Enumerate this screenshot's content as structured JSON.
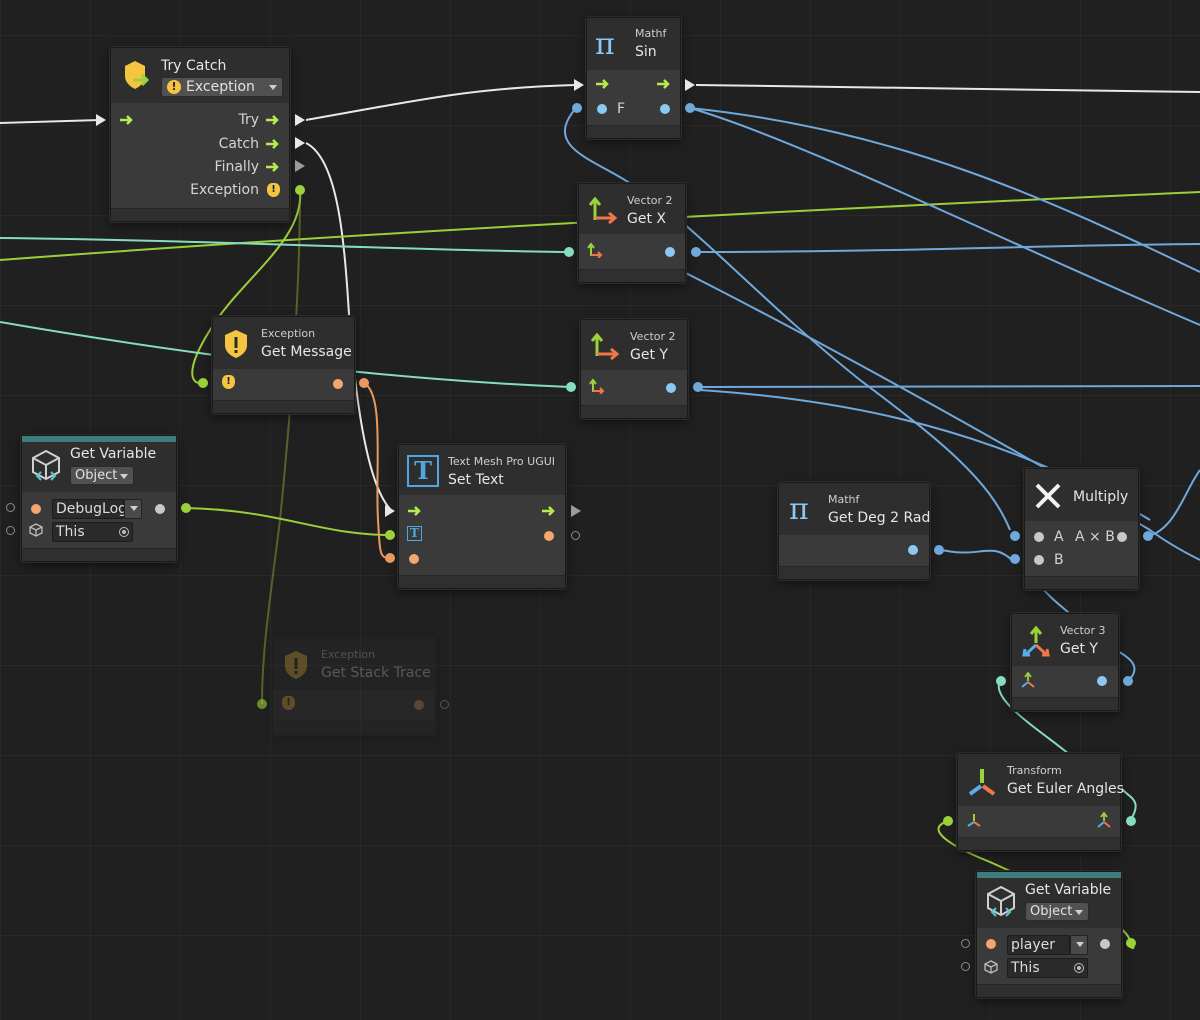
{
  "nodes": {
    "try_catch": {
      "title": "Try Catch",
      "dropdown": "Exception",
      "ports": {
        "try": "Try",
        "catch": "Catch",
        "finally": "Finally",
        "exception": "Exception"
      }
    },
    "mathf_sin": {
      "subtitle": "Mathf",
      "title": "Sin",
      "input_label": "F"
    },
    "vector2_getx": {
      "subtitle": "Vector 2",
      "title": "Get X"
    },
    "vector2_gety": {
      "subtitle": "Vector 2",
      "title": "Get Y"
    },
    "exception_get_message": {
      "subtitle": "Exception",
      "title": "Get Message"
    },
    "get_variable_debuglog": {
      "title": "Get Variable",
      "kind": "Object",
      "name_value": "DebugLog",
      "target_value": "This"
    },
    "tmp_set_text": {
      "subtitle": "Text Mesh Pro UGUI",
      "title": "Set Text"
    },
    "mathf_deg2rad": {
      "subtitle": "Mathf",
      "title": "Get Deg 2 Rad"
    },
    "multiply": {
      "title": "Multiply",
      "port_a": "A",
      "port_b": "B",
      "output": "A × B"
    },
    "vector3_gety": {
      "subtitle": "Vector 3",
      "title": "Get Y"
    },
    "exception_stack_trace": {
      "subtitle": "Exception",
      "title": "Get Stack Trace"
    },
    "transform_euler": {
      "subtitle": "Transform",
      "title": "Get Euler Angles"
    },
    "get_variable_player": {
      "title": "Get Variable",
      "kind": "Object",
      "name_value": "player",
      "target_value": "This"
    }
  },
  "colors": {
    "flow": "#e8e8e8",
    "float": "#7fb6e6",
    "vector": "#7ee0b4",
    "object": "#9bd13a",
    "string": "#f3a66e",
    "exception": "#f5c542"
  },
  "icons": {
    "try_catch": "try-catch-icon",
    "mathf": "pi-icon",
    "vector2": "vector2-icon",
    "exception": "warning-shield-icon",
    "variable": "cube-variable-icon",
    "tmp": "text-t-icon",
    "multiply": "multiply-x-icon",
    "vector3": "vector3-icon",
    "transform": "transform-axes-icon"
  }
}
